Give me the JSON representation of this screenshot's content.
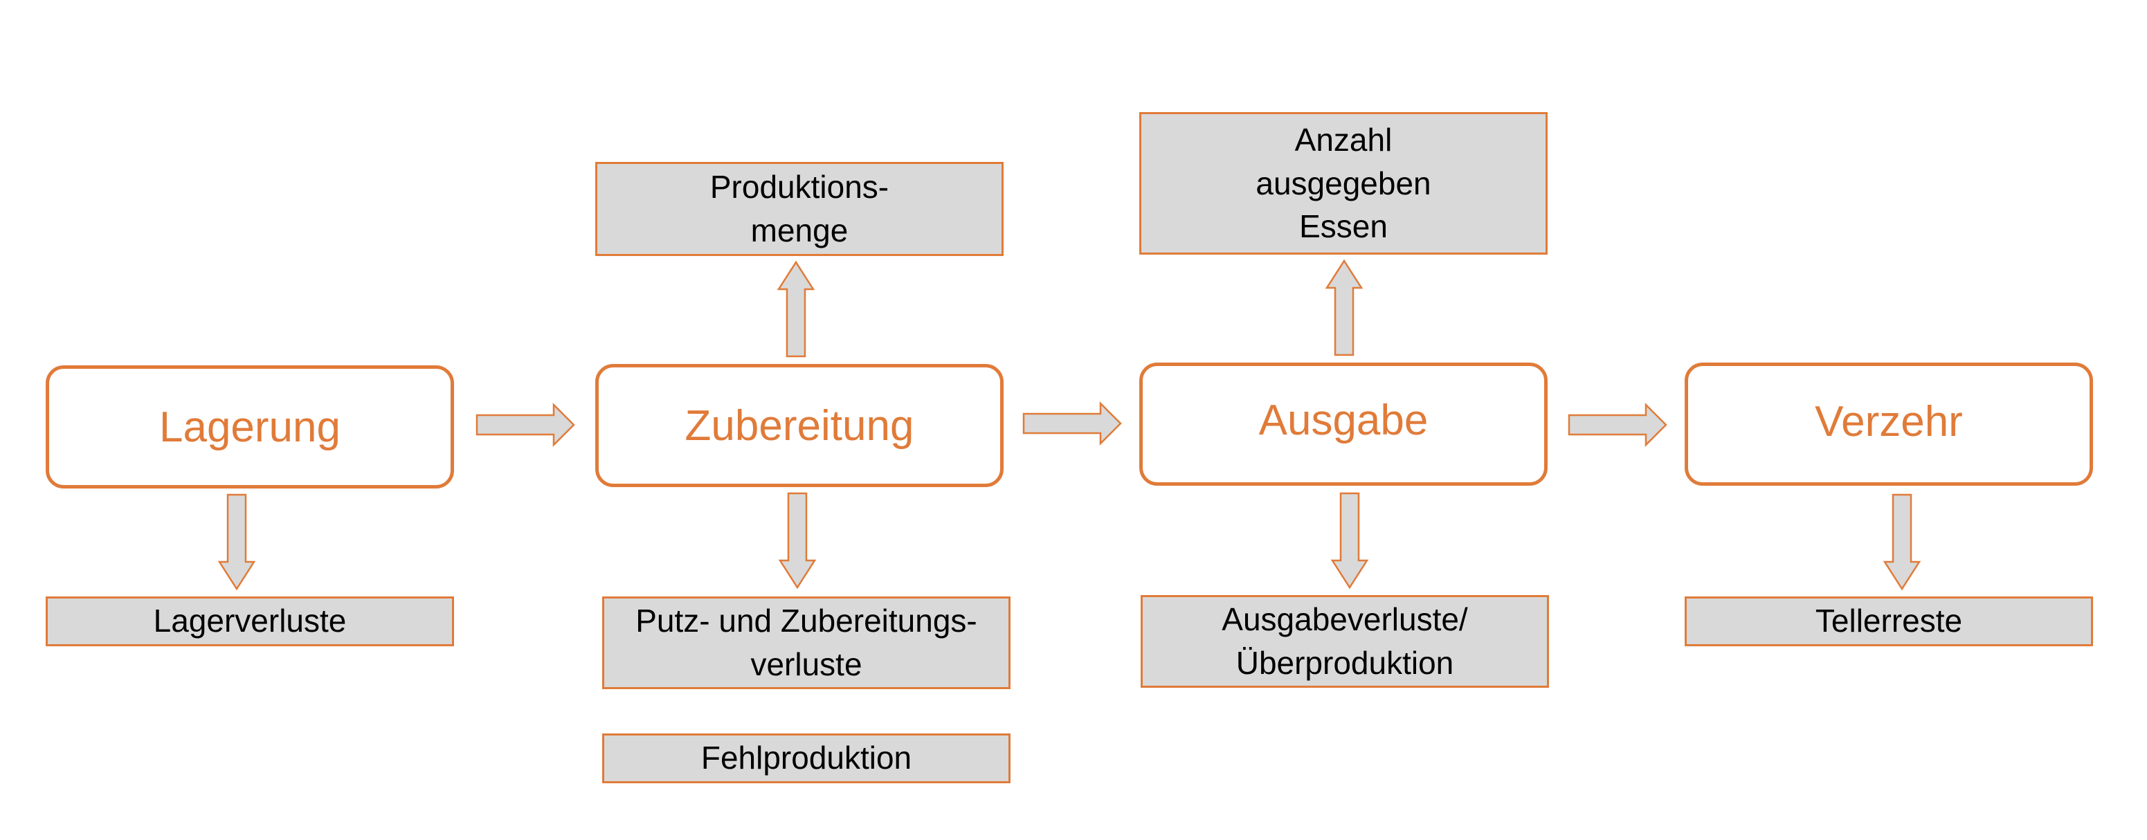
{
  "colors": {
    "accent": "#E07B39",
    "box_fill": "#D9D9D9",
    "text": "#000000",
    "background": "#FFFFFF"
  },
  "stages": [
    {
      "label": "Lagerung"
    },
    {
      "label": "Zubereitung"
    },
    {
      "label": "Ausgabe"
    },
    {
      "label": "Verzehr"
    }
  ],
  "outputs": {
    "lagerverluste": "Lagerverluste",
    "produktionsmenge": "Produktions-\nmenge",
    "putz_zubereitungsverluste": "Putz- und Zubereitungs-\nverluste",
    "fehlproduktion": "Fehlproduktion",
    "anzahl_essen": "Anzahl\nausgegeben\nEssen",
    "ausgabeverluste": "Ausgabeverluste/\nÜberproduktion",
    "tellerreste": "Tellerreste"
  }
}
